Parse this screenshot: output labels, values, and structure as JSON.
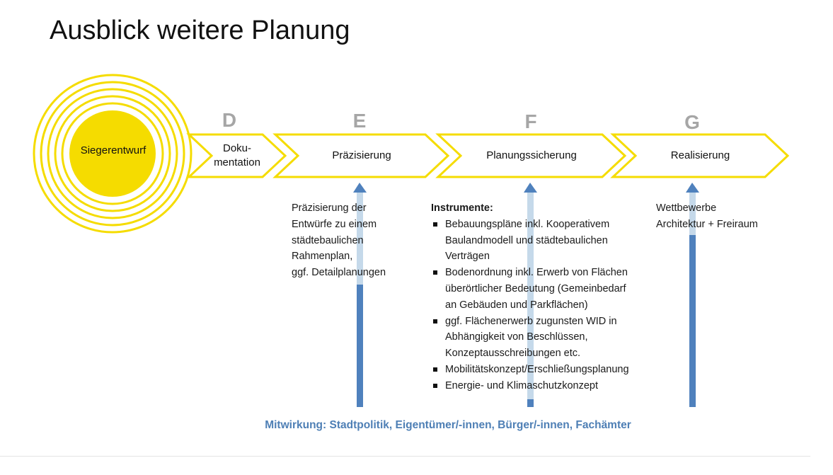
{
  "title": "Ausblick weitere Planung",
  "start": {
    "label": "Siegerentwurf"
  },
  "phases": [
    {
      "letter": "D",
      "label_lines": [
        "Doku-",
        "mentation"
      ]
    },
    {
      "letter": "E",
      "label_lines": [
        "Präzisierung"
      ]
    },
    {
      "letter": "F",
      "label_lines": [
        "Planungssicherung"
      ]
    },
    {
      "letter": "G",
      "label_lines": [
        "Realisierung"
      ]
    }
  ],
  "descriptions": {
    "e": {
      "lines": [
        "Präzisierung der",
        "Entwürfe zu einem",
        "städtebaulichen",
        "Rahmenplan,",
        "ggf. Detailplanungen"
      ]
    },
    "f": {
      "heading": "Instrumente:",
      "items": [
        {
          "lines": [
            "Bebauungspläne inkl. Kooperativem",
            "Baulandmodell und städtebaulichen",
            "Verträgen"
          ]
        },
        {
          "lines": [
            "Bodenordnung inkl. Erwerb von Flächen",
            "überörtlicher Bedeutung (Gemeinbedarf",
            "an Gebäuden und Parkflächen)"
          ]
        },
        {
          "lines": [
            "ggf. Flächenerwerb zugunsten WID in",
            "Abhängigkeit von Beschlüssen,",
            "Konzeptausschreibungen etc."
          ]
        },
        {
          "lines": [
            "Mobilitätskonzept/Erschließungsplanung"
          ]
        },
        {
          "lines": [
            "Energie- und Klimaschutzkonzept"
          ]
        }
      ]
    },
    "g": {
      "lines": [
        "Wettbewerbe",
        "Architektur + Freiraum"
      ]
    }
  },
  "footer": "Mitwirkung: Stadtpolitik, Eigentümer/-innen, Bürger/-innen, Fachämter",
  "colors": {
    "accent_yellow": "#f5dc00",
    "arrow_blue_dark": "#4f81bd",
    "arrow_blue_light": "#c5d9ea",
    "letter_gray": "#a6a6a6",
    "footer_blue": "#4e7fb5"
  }
}
